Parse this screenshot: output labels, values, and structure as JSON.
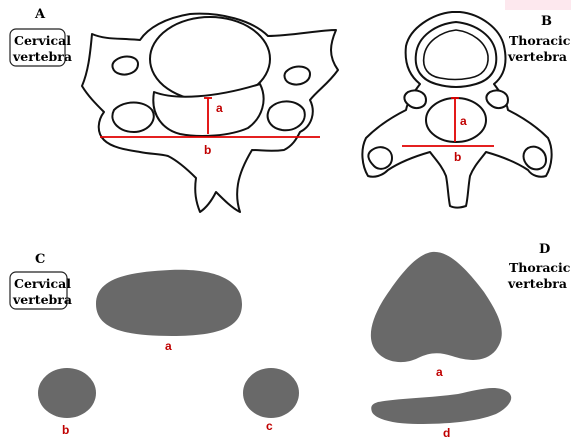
{
  "panels": {
    "A": {
      "letter": "A",
      "label_line1": "Cervical",
      "label_line2": "vertebra"
    },
    "B": {
      "letter": "B",
      "label_line1": "Thoracic",
      "label_line2": "vertebra"
    },
    "C": {
      "letter": "C",
      "label_line1": "Cervical",
      "label_line2": "vertebra"
    },
    "D": {
      "letter": "D",
      "label_line1": "Thoracic",
      "label_line2": "vertebra"
    }
  },
  "measurements": {
    "a": "a",
    "b": "b"
  },
  "cross_sections": {
    "C": {
      "a": "a",
      "b": "b",
      "c": "c"
    },
    "D": {
      "a": "a",
      "d": "d"
    }
  },
  "colors": {
    "measure_line": "#e00000",
    "label_text": "#c00000",
    "section_fill": "#696969"
  }
}
